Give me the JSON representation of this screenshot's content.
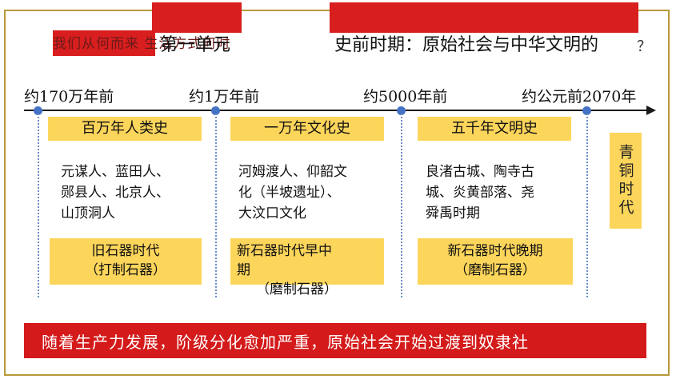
{
  "title": {
    "background_text": "我们从何而来 生活方式何时",
    "unit": "第一单元",
    "subtitle": "史前时期：原始社会与中华文明的",
    "qmark": "？"
  },
  "timeline": {
    "labels": [
      "约170万年前",
      "约1万年前",
      "约5000年前",
      "约公元前2070年"
    ]
  },
  "eras": [
    {
      "title": "百万年人类史",
      "body": [
        "元谋人、蓝田人、",
        "郧县人、北京人、",
        "山顶洞人"
      ],
      "stage": [
        "旧石器时代",
        "（打制石器）"
      ]
    },
    {
      "title": "一万年文化史",
      "body": [
        "河姆渡人、仰韶文",
        "化（半坡遗址）、",
        "大汶口文化"
      ],
      "stage": [
        "新石器时代早中",
        "期",
        "（磨制石器）"
      ]
    },
    {
      "title": "五千年文明史",
      "body": [
        "良渚古城、陶寺古",
        "城、炎黄部落、尧",
        "舜禹时期"
      ],
      "stage": [
        "新石器时代晚期",
        "（磨制石器）"
      ]
    }
  ],
  "bronze_age": "青铜时代",
  "bottom_text": "随着生产力发展，阶级分化愈加严重，原始社会开始过渡到奴隶社",
  "colors": {
    "red": "#d81e1e",
    "yellow": "#fcd55b",
    "dot": "#4472c4",
    "frame": "#b79a3a"
  }
}
